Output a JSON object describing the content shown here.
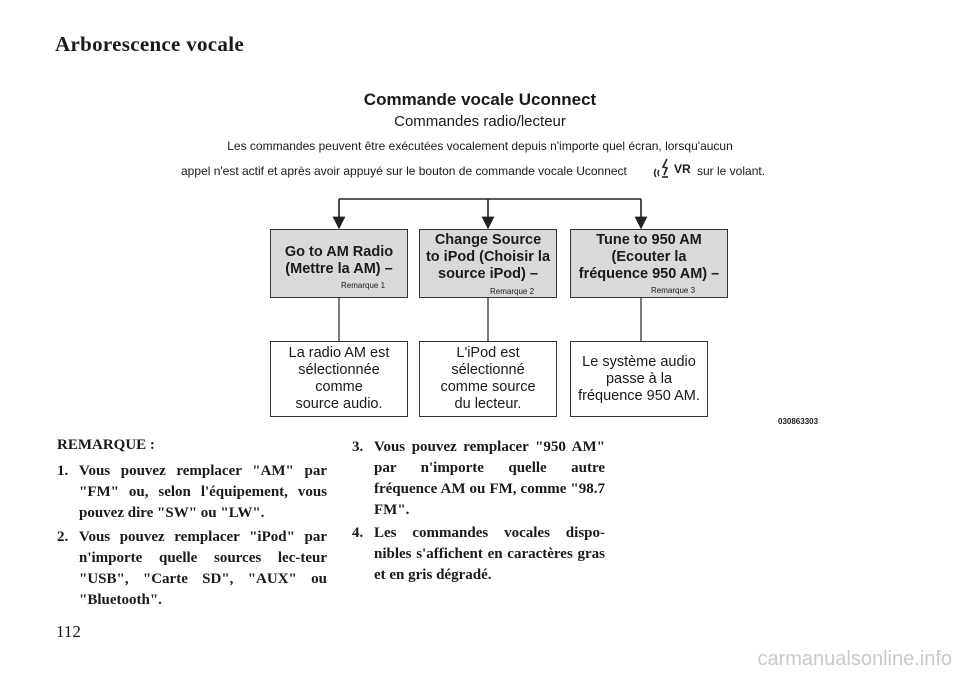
{
  "page": {
    "heading": "Arborescence vocale",
    "page_number": "112",
    "watermark": "carmanualsonline.info"
  },
  "diagram": {
    "title": "Commande vocale Uconnect",
    "subtitle": "Commandes radio/lecteur",
    "description_line1": "Les commandes peuvent être exécutées vocalement depuis n'importe quel écran, lorsqu'aucun",
    "description_line2_before": "appel n'est actif et après avoir appuyé sur le bouton de commande vocale Uconnect",
    "vr_label": "VR",
    "description_line2_after": "sur le volant.",
    "figure_id": "030863303",
    "commands": [
      {
        "lines": [
          "Go to AM Radio",
          "(Mettre la AM)"
        ],
        "suffix": " –",
        "note": "Remarque 1",
        "result_lines": [
          "La radio AM est",
          "sélectionnée",
          "comme",
          "source audio."
        ]
      },
      {
        "lines": [
          "Change Source",
          "to iPod (Choisir la",
          "source iPod)"
        ],
        "suffix": " –",
        "note": "Remarque 2",
        "result_lines": [
          "L'iPod est",
          "sélectionné",
          "comme source",
          "du lecteur."
        ]
      },
      {
        "lines": [
          "Tune to 950 AM",
          "(Ecouter la",
          "fréquence 950 AM)"
        ],
        "suffix": " –",
        "note": "Remarque 3",
        "result_lines": [
          "Le système audio",
          "passe à la",
          "fréquence 950 AM."
        ]
      }
    ]
  },
  "remarks": {
    "heading": "REMARQUE :",
    "items": [
      {
        "num": "1.",
        "text": "Vous pouvez remplacer \"AM\" par \"FM\" ou, selon l'équipement, vous pouvez dire \"SW\" ou \"LW\"."
      },
      {
        "num": "2.",
        "text": "Vous pouvez remplacer \"iPod\" par n'importe quelle sources lec-teur \"USB\", \"Carte SD\", \"AUX\" ou \"Bluetooth\"."
      },
      {
        "num": "3.",
        "text": "Vous pouvez remplacer \"950 AM\" par n'importe quelle autre fréquence AM ou FM, comme \"98.7 FM\"."
      },
      {
        "num": "4.",
        "text": "Les commandes vocales dispo-nibles s'affichent en caractères gras et en gris dégradé."
      }
    ]
  }
}
